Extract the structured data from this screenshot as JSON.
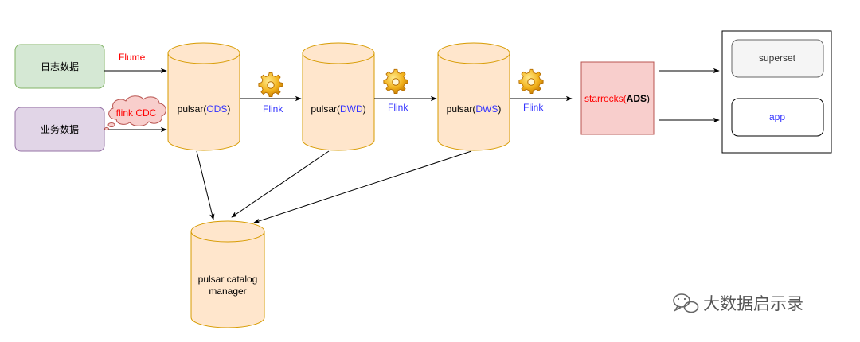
{
  "sources": {
    "log_data": "日志数据",
    "business_data": "业务数据"
  },
  "edges": {
    "flume": "Flume",
    "flink_cdc": "flink CDC",
    "flink": "Flink"
  },
  "stores": {
    "ods": {
      "prefix": "pulsar(",
      "layer": "ODS",
      "suffix": ")"
    },
    "dwd": {
      "prefix": "pulsar(",
      "layer": "DWD",
      "suffix": ")"
    },
    "dws": {
      "prefix": "pulsar(",
      "layer": "DWS",
      "suffix": ")"
    },
    "catalog": {
      "line1": "pulsar catalog",
      "line2": "manager"
    }
  },
  "ads": {
    "prefix": "starrocks(",
    "layer": "ADS",
    "suffix": ")"
  },
  "apps": {
    "superset": "superset",
    "app": "app"
  },
  "watermark": "大数据启示录",
  "colors": {
    "green_fill": "#d5e8d4",
    "green_stroke": "#82b366",
    "purple_fill": "#e1d5e7",
    "purple_stroke": "#9673a6",
    "orange_fill": "#ffe6cc",
    "orange_stroke": "#d79b00",
    "red_fill": "#f8cecc",
    "red_stroke": "#b85450",
    "label_red": "#ff0000",
    "label_blue": "#3333ff"
  },
  "icons": [
    "gear-icon",
    "cloud-callout",
    "wechat-icon"
  ]
}
